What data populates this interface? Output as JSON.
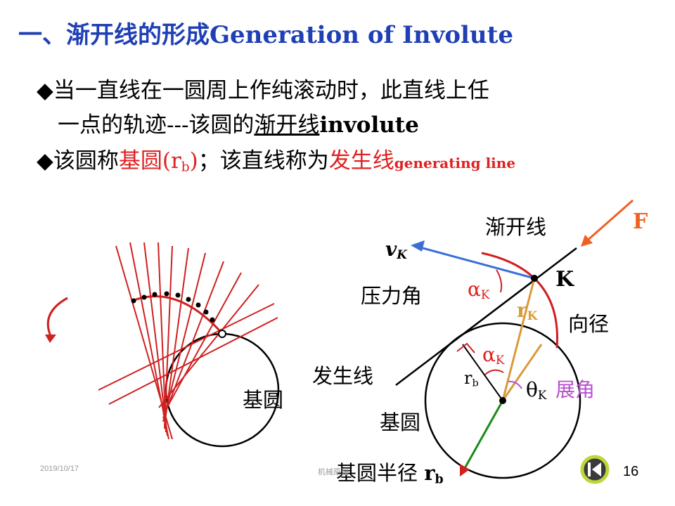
{
  "title": {
    "prefix": "一、",
    "zh": "渐开线的形成",
    "en": "Generation of Involute"
  },
  "bullets": [
    {
      "marker": "◆",
      "line1": "当一直线在一圆周上作纯滚动时，此直线上任",
      "line2_prefix": "一点的轨迹---该圆的",
      "line2_term": "渐开线",
      "line2_en": "involute"
    },
    {
      "marker": "◆",
      "text_a": "该圆称",
      "term1": "基圆",
      "term1_paren_open": "(r",
      "term1_sub": "b",
      "term1_paren_close": ")",
      "text_b": "；该直线称为",
      "term2": "发生线",
      "term2_en": "generating line"
    }
  ],
  "left_figure": {
    "circle_label": "基圆"
  },
  "right_figure": {
    "involute_label": "渐开线",
    "force_label": "F",
    "velocity_label": "v",
    "velocity_sub": "K",
    "point_label": "K",
    "pressure_angle_label": "压力角",
    "alpha_label": "α",
    "alpha_sub": "K",
    "alpha2_label": "α",
    "alpha2_sub": "K",
    "radius_label": "r",
    "radius_sub": "K",
    "radius_name": "向径",
    "generating_line_label": "发生线",
    "rb_label": "r",
    "rb_sub": "b",
    "theta_label": "θ",
    "theta_sub": "K",
    "theta_name": "展角",
    "base_circle_label": "基圆",
    "base_radius_label": "基圆半径",
    "base_radius_sym": "r",
    "base_radius_sub": "b"
  },
  "footer": {
    "date": "2019/10/17",
    "center": "机械原理",
    "page": "16"
  },
  "colors": {
    "title": "#1f3fb5",
    "accent_red": "#e02020",
    "velocity": "#3a6fd8",
    "force": "#f06020",
    "radius": "#d99a3a",
    "theta": "#b84fd0",
    "base_radius": "#1a8a1a"
  }
}
